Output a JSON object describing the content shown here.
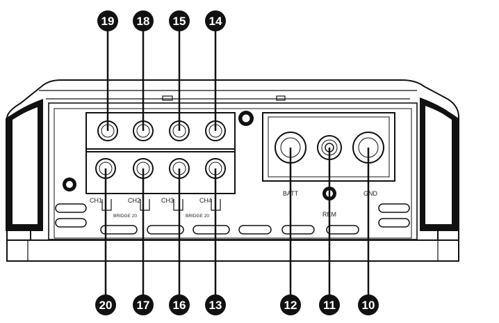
{
  "labels": {
    "ch1": "CH1",
    "ch2": "CH2",
    "ch3": "CH3",
    "ch4": "CH4",
    "bridge_left": "BRIDGE 20",
    "bridge_right": "BRIDGE 20",
    "batt": "BATT",
    "rem": "REM",
    "gnd": "GND"
  },
  "callouts": {
    "top": [
      "19",
      "18",
      "15",
      "14"
    ],
    "bottom": [
      "20",
      "17",
      "16",
      "13",
      "12",
      "11",
      "10"
    ]
  }
}
